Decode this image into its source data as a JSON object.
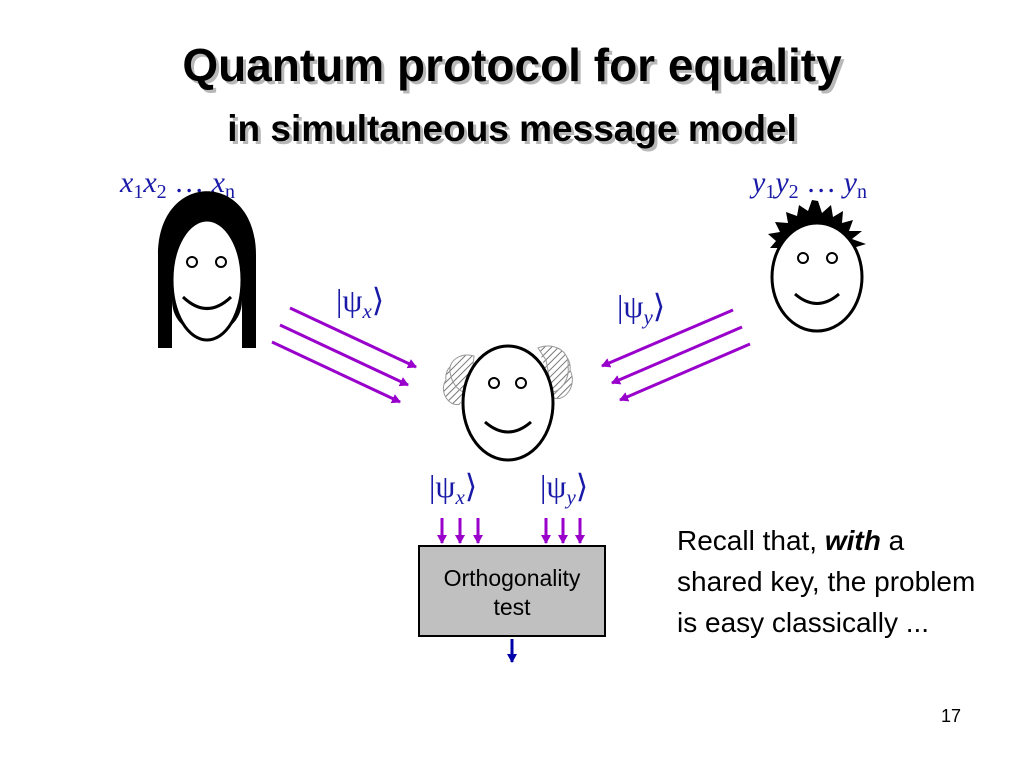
{
  "slide": {
    "title": "Quantum protocol for equality",
    "subtitle": "in simultaneous message model",
    "page_number": "17"
  },
  "labels": {
    "alice_input": {
      "var": "x",
      "sub1": "1",
      "sub2": "2",
      "ellipsis": "…",
      "subn": "n"
    },
    "bob_input": {
      "var": "y",
      "sub1": "1",
      "sub2": "2",
      "ellipsis": "…",
      "subn": "n"
    },
    "psi_x": {
      "symbol": "ψ",
      "sub": "x",
      "left": "|",
      "right": "⟩"
    },
    "psi_y": {
      "symbol": "ψ",
      "sub": "y",
      "left": "|",
      "right": "⟩"
    }
  },
  "box": {
    "line1": "Orthogonality",
    "line2": "test"
  },
  "note": {
    "prefix": "Recall that, ",
    "emphasis": "with",
    "suffix": " a shared key, the problem is easy classically ..."
  },
  "colors": {
    "arrow": "#9900cc",
    "math_text": "#1a1aa8",
    "output_arrow": "#0000aa",
    "box_fill": "#c0c0c0",
    "hair_hatch": "#888888"
  },
  "icons": [
    "alice-face-icon",
    "bob-face-icon",
    "referee-face-icon"
  ]
}
